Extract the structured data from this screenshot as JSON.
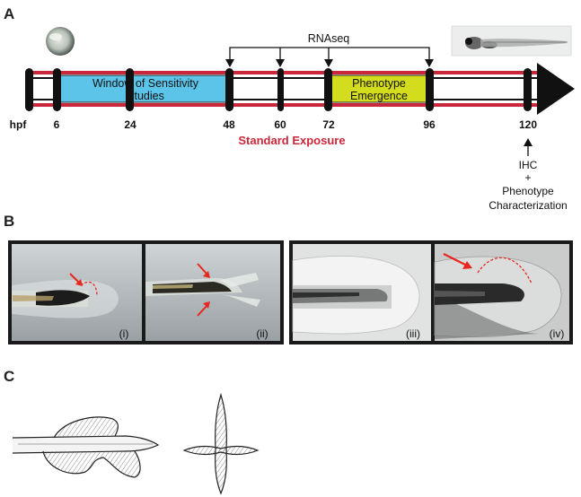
{
  "panels": {
    "a": "A",
    "b": "B",
    "c": "C"
  },
  "timeline": {
    "unit_label": "hpf",
    "ticks": [
      {
        "label": "6"
      },
      {
        "label": "24"
      },
      {
        "label": "48"
      },
      {
        "label": "60"
      },
      {
        "label": "72"
      },
      {
        "label": "96"
      },
      {
        "label": "120"
      }
    ],
    "window_box_line1": "Window of Sensitivity",
    "window_box_line2": "Studies",
    "phenotype_box_line1": "Phenotype",
    "phenotype_box_line2": "Emergence",
    "rnaseq_label": "RNAseq",
    "exposure_label": "Standard Exposure",
    "endpoint_line1": "IHC",
    "endpoint_line2": "+",
    "endpoint_line3": "Phenotype",
    "endpoint_line4": "Characterization"
  },
  "micrographs": {
    "labels": [
      "(i)",
      "(ii)",
      "(iii)",
      "(iv)"
    ]
  },
  "colors": {
    "window_box": "#5bc4e8",
    "phenotype_box": "#d4dc1e",
    "exposure_red": "#c8283a",
    "annotation_red": "#e8261e"
  }
}
